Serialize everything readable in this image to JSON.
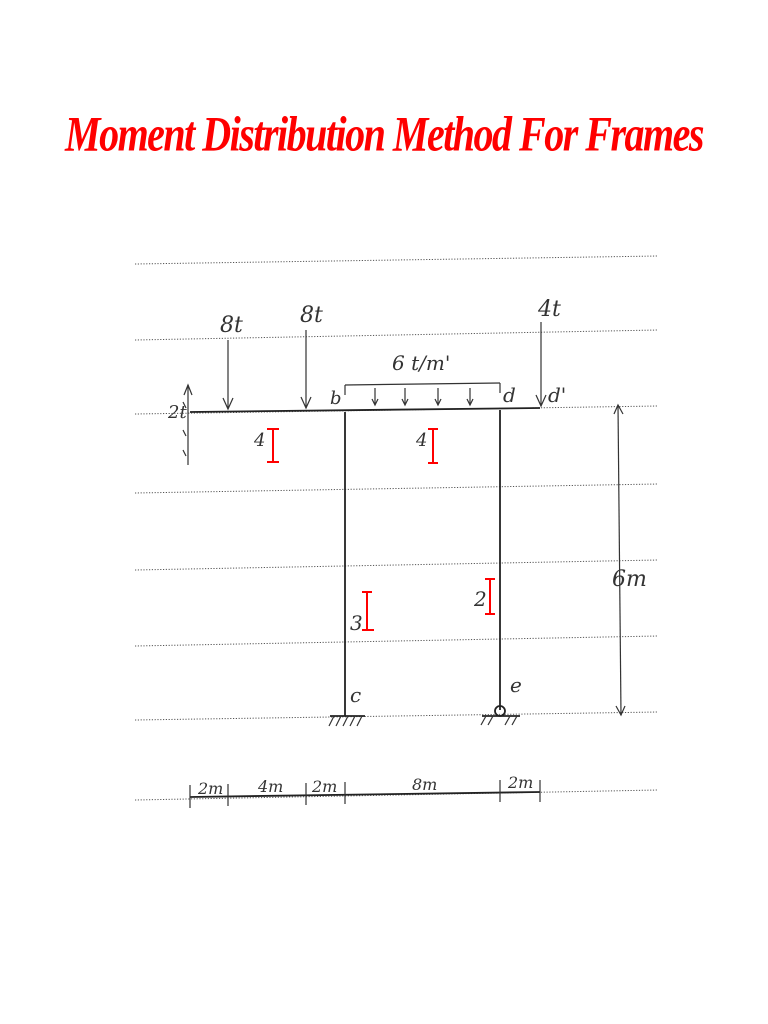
{
  "title": "Moment Distribution Method For Frames",
  "loads": {
    "p1": "8t",
    "p2": "8t",
    "p3": "4t",
    "udl": "6 t/m'"
  },
  "nodes": {
    "b": "b",
    "d": "d",
    "d_prime": "d'",
    "c": "c",
    "e": "e"
  },
  "left_load_label": "2t",
  "inertia": {
    "beam_left": "4",
    "beam_right": "4",
    "col_left": "3",
    "col_right": "2",
    "symbol": "I"
  },
  "height": "6m",
  "spans": [
    "2m",
    "4m",
    "2m",
    "8m",
    "2m"
  ]
}
